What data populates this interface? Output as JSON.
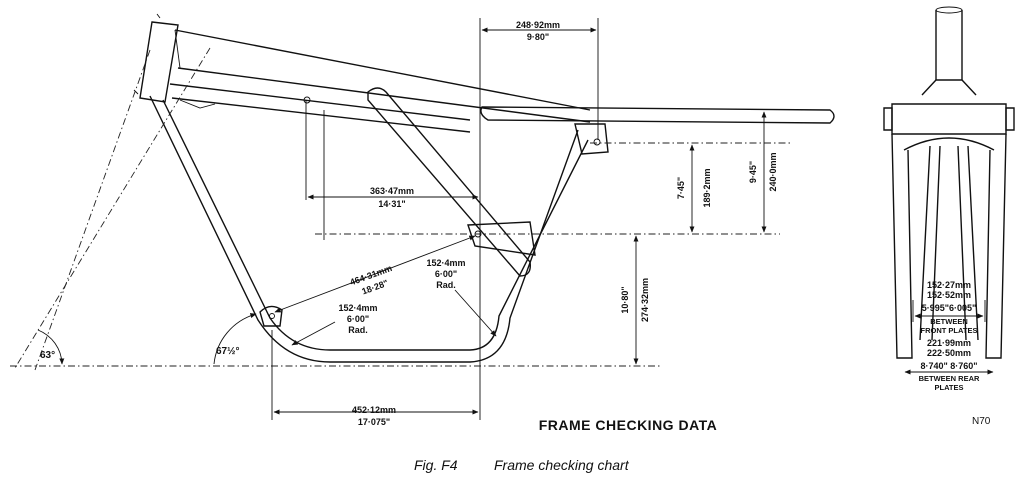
{
  "title": "FRAME CHECKING DATA",
  "code": "N70",
  "caption": {
    "fig": "Fig. F4",
    "text": "Frame checking chart"
  },
  "angles": {
    "head": "63°",
    "seat": "67½°"
  },
  "dims": {
    "top_mm": "248·92mm",
    "top_in": "9·80\"",
    "mid_mm": "363·47mm",
    "mid_in": "14·31\"",
    "diag_mm": "464·31mm",
    "diag_in": "18·28\"",
    "rad1_mm": "152·4mm",
    "rad1_in": "6·00\"",
    "rad1_lbl": "Rad.",
    "rad2_mm": "152·4mm",
    "rad2_in": "6·00\"",
    "rad2_lbl": "Rad.",
    "base_mm": "452·12mm",
    "base_in": "17·075\"",
    "v1_in": "7·45\"",
    "v1_mm": "189·2mm",
    "v2_in": "9·45\"",
    "v2_mm": "240·0mm",
    "v3_in": "10·80\"",
    "v3_mm": "274·32mm"
  },
  "rear": {
    "front_mm1": "152·27mm",
    "front_mm2": "152·52mm",
    "front_in": "5·995\"6·005\"",
    "front_lbl1": "BETWEEN",
    "front_lbl2": "FRONT PLATES",
    "rear_mm1": "221·99mm",
    "rear_mm2": "222·50mm",
    "rear_in": "8·740\" 8·760\"",
    "rear_lbl1": "BETWEEN  REAR",
    "rear_lbl2": "PLATES"
  }
}
